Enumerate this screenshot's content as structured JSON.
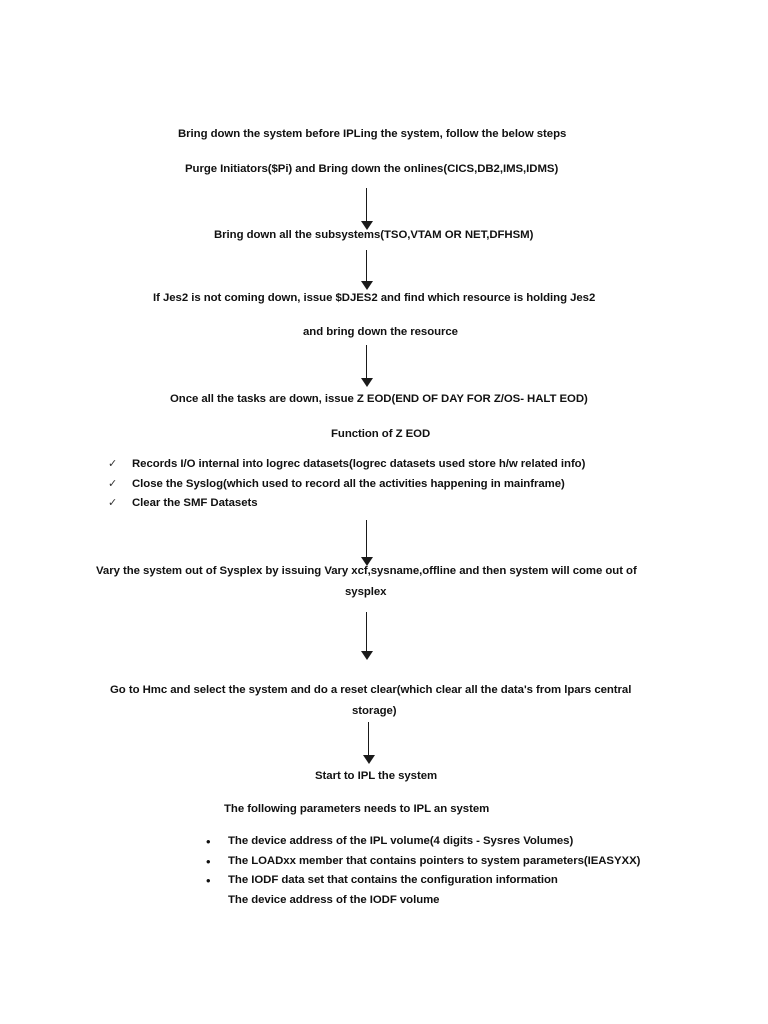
{
  "document": {
    "background_color": "#ffffff",
    "text_color": "#111111",
    "steps": {
      "heading": "Bring down the system before IPLing the system, follow the below steps",
      "step_purge": "Purge Initiators($Pi)  and Bring down the onlines(CICS,DB2,IMS,IDMS)",
      "step_subsystems": "Bring down all the subsystems(TSO,VTAM OR NET,DFHSM)",
      "step_jes2_line1": "If Jes2 is not coming down, issue $DJES2  and find which resource is holding Jes2",
      "step_jes2_line2": "and bring down the resource",
      "step_zeod": "Once all the tasks are down, issue Z EOD(END OF DAY FOR Z/OS- HALT EOD)",
      "function_heading": "Function of Z EOD",
      "step_sysplex_line1": "Vary the system out of Sysplex by issuing Vary xcf,sysname,offline and then system will come out of",
      "step_sysplex_line2": "sysplex",
      "step_hmc_line1": "Go to Hmc and select the system and do a reset clear(which clear all the data's from lpars central",
      "step_hmc_line2": "storage)",
      "step_ipl_heading": "Start to IPL the system",
      "step_parameters_heading": "The following parameters needs to IPL an system"
    },
    "zeod_functions": {
      "marker": "✓",
      "items": [
        "Records I/O internal into logrec datasets(logrec datasets used store h/w related info)",
        "Close the Syslog(which used to record all the activities happening in mainframe)",
        "Clear the SMF Datasets"
      ]
    },
    "ipl_parameters": {
      "marker": "•",
      "items": [
        "The device address of the IPL volume(4 digits - Sysres Volumes)",
        "The LOADxx member that contains pointers to system parameters(IEASYXX)",
        "The IODF data set that contains the configuration information"
      ],
      "continuation": "The device address of the IODF volume"
    },
    "arrows": {
      "color": "#1a1a1a",
      "count": 7,
      "label": "downward-flow-arrow"
    }
  }
}
